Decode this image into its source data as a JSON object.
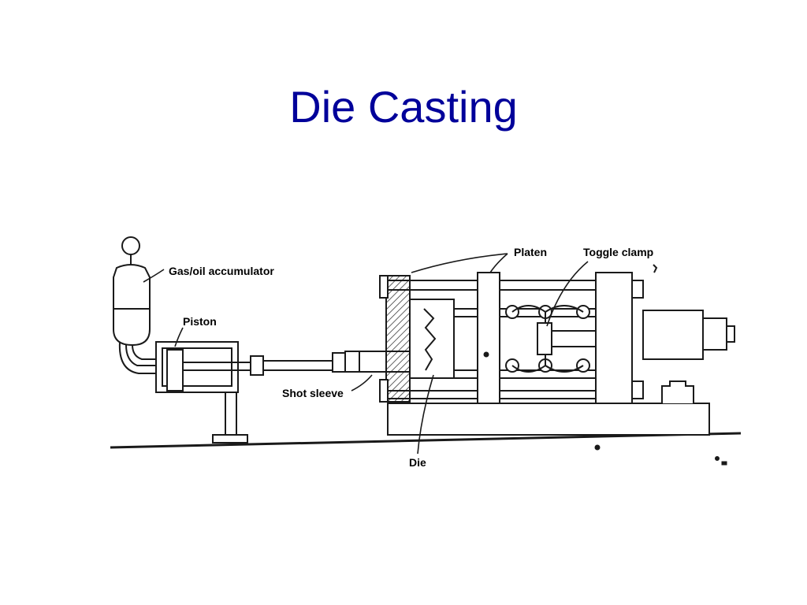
{
  "slide": {
    "title": "Die Casting",
    "title_color": "#00009a"
  },
  "diagram": {
    "labels": {
      "accumulator": "Gas/oil accumulator",
      "piston": "Piston",
      "shot_sleeve": "Shot sleeve",
      "die": "Die",
      "platen": "Platen",
      "toggle_clamp": "Toggle clamp"
    }
  }
}
